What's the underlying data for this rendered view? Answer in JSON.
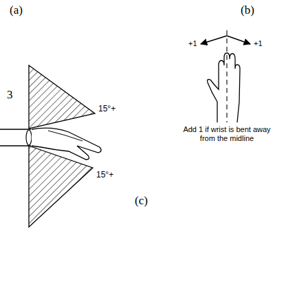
{
  "diagram": {
    "labels": [
      "(a)",
      "(b)",
      "3",
      "15°+",
      "15°+",
      "+1",
      "+1",
      "Add 1 if wrist is bent away from the midline",
      "(c)"
    ]
  }
}
